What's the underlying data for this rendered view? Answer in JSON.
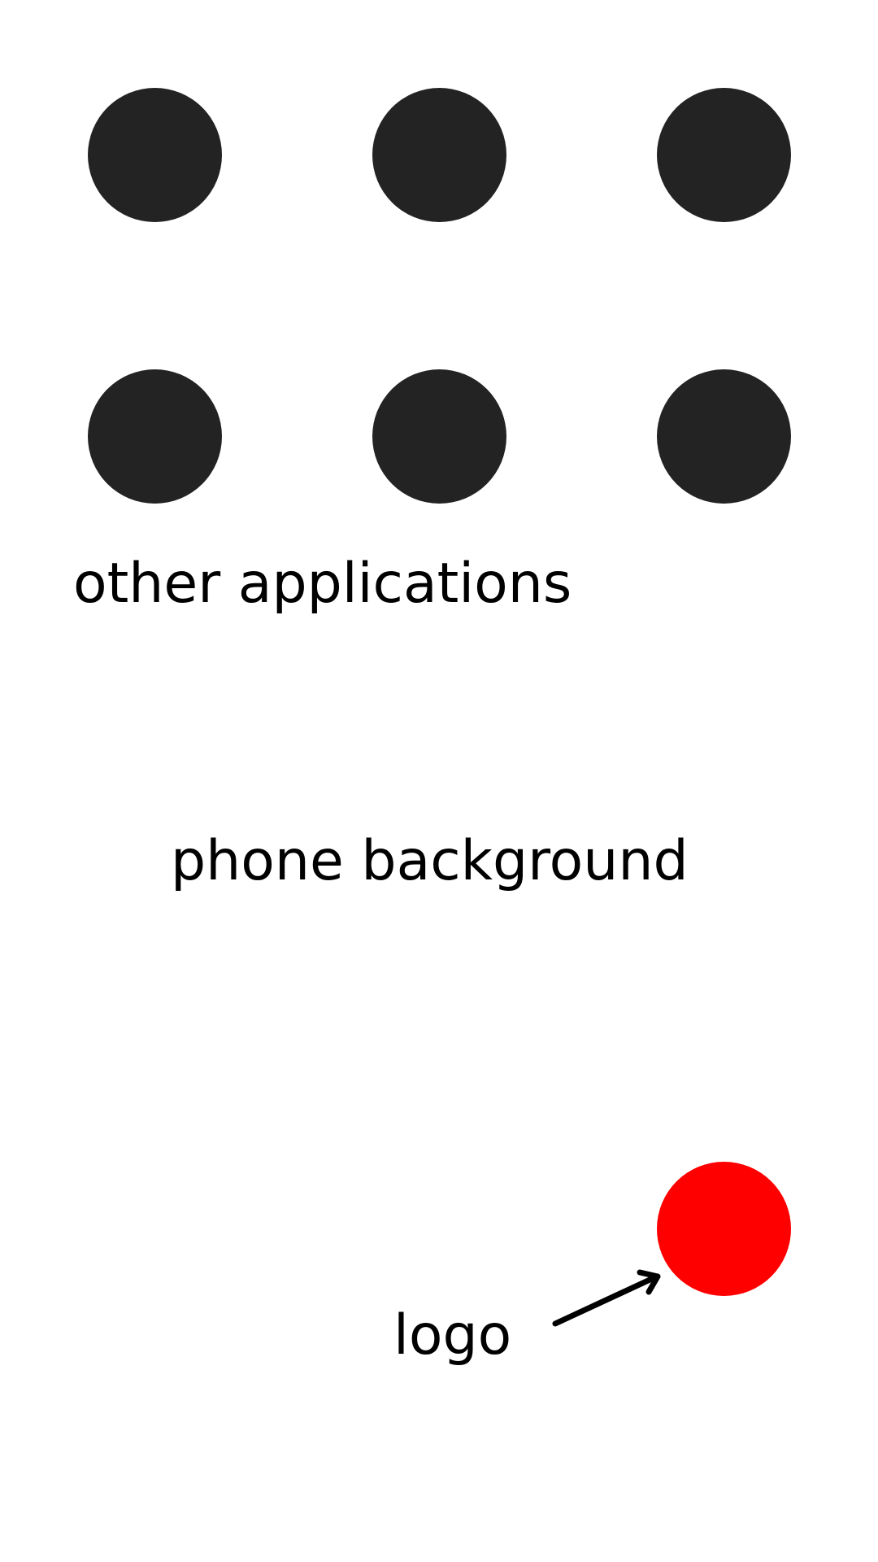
{
  "labels": {
    "other_apps": "other applications",
    "background": "phone background",
    "logo": "logo"
  },
  "apps": [
    "app-1",
    "app-2",
    "app-3",
    "app-4",
    "app-5",
    "app-6"
  ],
  "colors": {
    "app_icon": "#232323",
    "logo": "#ff0000",
    "background": "#ffffff",
    "text": "#000000"
  },
  "icons": {
    "app": "circle-icon",
    "logo": "red-circle-icon",
    "pointer": "arrow-icon"
  }
}
